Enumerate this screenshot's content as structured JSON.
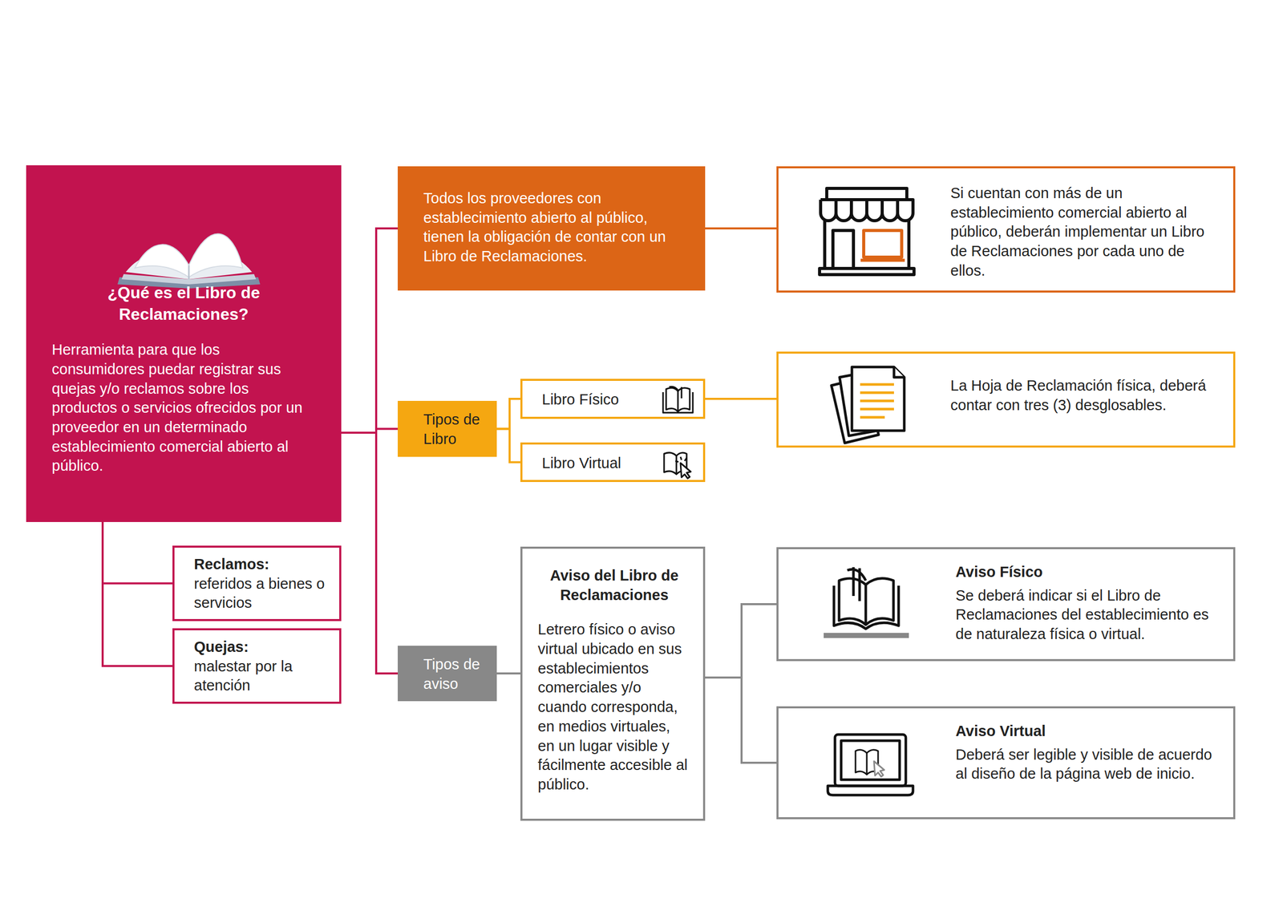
{
  "diagram": {
    "nodes": [
      {
        "text": [
          "¿Qué es el Libro de Reclamaciones?",
          "Herramienta para que los consumidores puedar registrar sus quejas y/o reclamos sobre los productos o servicios ofrecidos por un proveedor en un determinado establecimiento comercial abierto al público."
        ]
      },
      {
        "text": [
          "Reclamos:",
          "referidos a bienes o servicios"
        ]
      },
      {
        "text": [
          "Quejas:",
          "malestar por la atención"
        ]
      },
      {
        "text": [
          "Todos los proveedores con establecimiento abierto al público, tienen la obligación de contar con un Libro de Reclamaciones."
        ]
      },
      {
        "text": [
          "Si cuentan con más de un establecimiento comercial abierto al público, deberán implementar un Libro de Reclamaciones por cada uno de ellos."
        ]
      },
      {
        "text": [
          "Tipos de Libro"
        ]
      },
      {
        "text": [
          "Libro Físico"
        ]
      },
      {
        "text": [
          "Libro Virtual"
        ]
      },
      {
        "text": [
          "La Hoja de Reclamación física, deberá contar con tres (3) desglosables."
        ]
      },
      {
        "text": [
          "Tipos de aviso"
        ]
      },
      {
        "text": [
          "Aviso del Libro de Reclamaciones",
          "Letrero físico o aviso virtual ubicado en sus establecimientos comerciales y/o cuando corresponda, en medios virtuales, en un lugar visible y fácilmente accesible al público."
        ]
      },
      {
        "text": [
          "Aviso Físico",
          "Se deberá indicar si el Libro de Reclamaciones del establecimiento es de naturaleza física o virtual."
        ]
      },
      {
        "text": [
          "Aviso Virtual",
          "Deberá ser legible y visible de acuerdo al diseño de la página web de inicio."
        ]
      }
    ],
    "edges": [
      {
        "from": 0,
        "to": 1,
        "arrow": "none"
      },
      {
        "from": 0,
        "to": 2,
        "arrow": "none"
      },
      {
        "from": 0,
        "to": 3,
        "arrow": "none"
      },
      {
        "from": 0,
        "to": 5,
        "arrow": "none"
      },
      {
        "from": 0,
        "to": 9,
        "arrow": "none"
      },
      {
        "from": 3,
        "to": 4,
        "arrow": "none"
      },
      {
        "from": 5,
        "to": 6,
        "arrow": "none"
      },
      {
        "from": 5,
        "to": 7,
        "arrow": "none"
      },
      {
        "from": 6,
        "to": 8,
        "arrow": "none"
      },
      {
        "from": 9,
        "to": 10,
        "arrow": "none"
      },
      {
        "from": 10,
        "to": 11,
        "arrow": "none"
      },
      {
        "from": 10,
        "to": 12,
        "arrow": "none"
      }
    ]
  }
}
